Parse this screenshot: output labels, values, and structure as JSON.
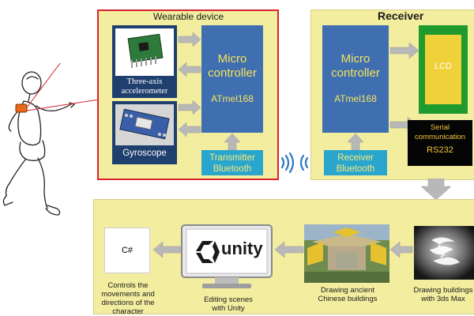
{
  "wearable": {
    "title": "Wearable device",
    "mc_title": "Micro controller",
    "mc_chip": "ATmel168",
    "sensor1": "Three-axis accelerometer",
    "sensor2": "Gyroscope",
    "bt": "Transmitter Bluetooth"
  },
  "receiver": {
    "title": "Receiver",
    "mc_title": "Micro controller",
    "mc_chip": "ATmel168",
    "lcd": "LCD",
    "serial_line1": "Serial",
    "serial_line2": "communication",
    "serial_line3": "RS232",
    "bt": "Receiver Bluetooth"
  },
  "bottom": {
    "csharp": "C#",
    "unity_logo": "unity",
    "cap_controls": "Controls the movements and directions of the character",
    "cap_editing": "Editing scenes with Unity",
    "cap_drawing_ancient": "Drawing ancient Chinese buildings",
    "cap_3ds": "Drawing buildings with 3ds Max"
  },
  "colors": {
    "panel": "#f3eda0",
    "wear_border": "#d9232d",
    "mc_blue": "#3f6fb0",
    "mc_text": "#f7e35a",
    "bt_blue": "#28a6cd",
    "arrow_gray": "#b8b8b8"
  },
  "icons": [
    "person-sketch-icon",
    "wireless-signal-icon",
    "accelerometer-board-icon",
    "gyroscope-board-icon",
    "monitor-icon",
    "buildings-render-icon",
    "3ds-max-logo-icon"
  ]
}
